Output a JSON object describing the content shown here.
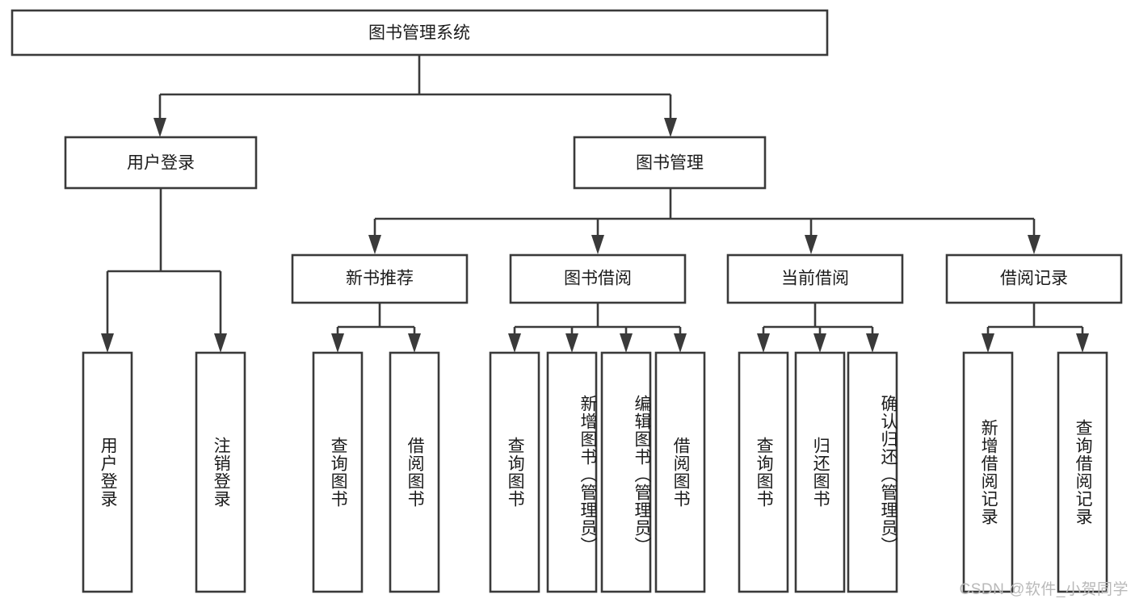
{
  "diagram": {
    "type": "tree-hierarchy",
    "title": "图书管理系统",
    "watermark": "CSDN @软件_小贺同学",
    "colors": {
      "stroke": "#3a3a3a",
      "fill": "#ffffff",
      "text": "#1b1b1b",
      "watermark": "#b9b9b9",
      "background": "#ffffff"
    },
    "root": {
      "label": "图书管理系统",
      "level": 1
    },
    "level2": [
      {
        "label": "用户登录"
      },
      {
        "label": "图书管理"
      }
    ],
    "level3": [
      {
        "label": "新书推荐"
      },
      {
        "label": "图书借阅"
      },
      {
        "label": "当前借阅"
      },
      {
        "label": "借阅记录"
      }
    ],
    "leaves": {
      "user_login": [
        {
          "label": "用户登录"
        },
        {
          "label": "注销登录"
        }
      ],
      "new_book_recommend": [
        {
          "label": "查询图书"
        },
        {
          "label": "借阅图书"
        }
      ],
      "book_borrow": [
        {
          "label": "查询图书"
        },
        {
          "label": "新增图书（管理员）"
        },
        {
          "label": "编辑图书（管理员）"
        },
        {
          "label": "借阅图书"
        }
      ],
      "current_borrow": [
        {
          "label": "查询图书"
        },
        {
          "label": "归还图书"
        },
        {
          "label": "确认归还（管理员）"
        }
      ],
      "borrow_record": [
        {
          "label": "新增借阅记录"
        },
        {
          "label": "查询借阅记录"
        }
      ]
    }
  }
}
